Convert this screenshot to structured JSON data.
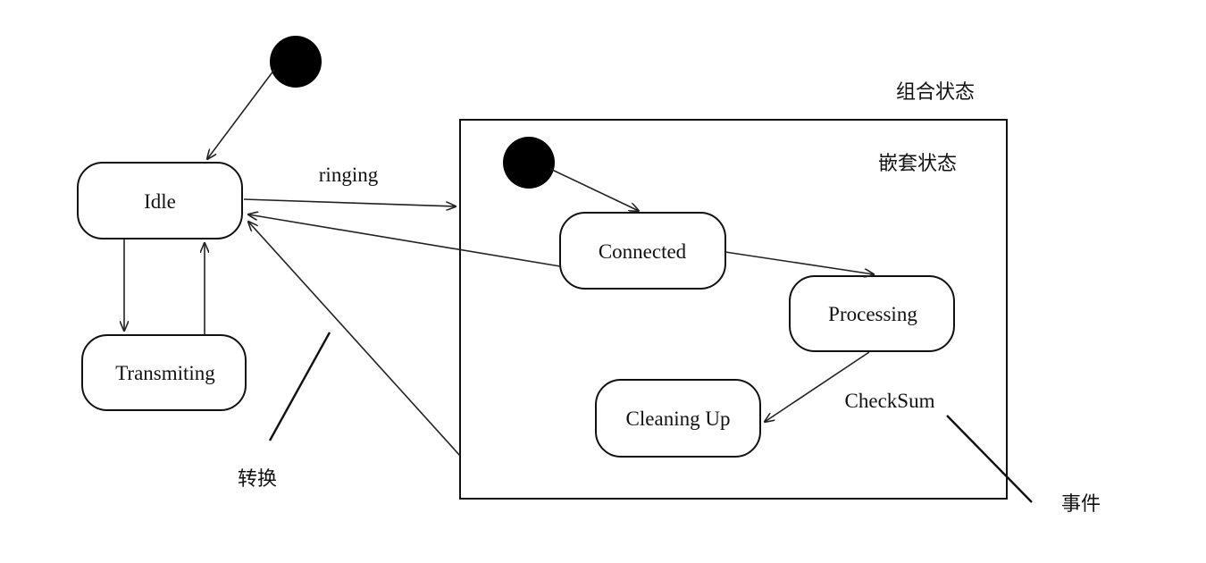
{
  "states": {
    "idle": "Idle",
    "transmiting": "Transmiting",
    "connected": "Connected",
    "processing": "Processing",
    "cleaning_up": "Cleaning Up"
  },
  "transitions": {
    "ringing": "ringing",
    "checksum": "CheckSum"
  },
  "annotations": {
    "composite_state": "组合状态",
    "nested_state": "嵌套状态",
    "transition": "转换",
    "event": "事件"
  }
}
